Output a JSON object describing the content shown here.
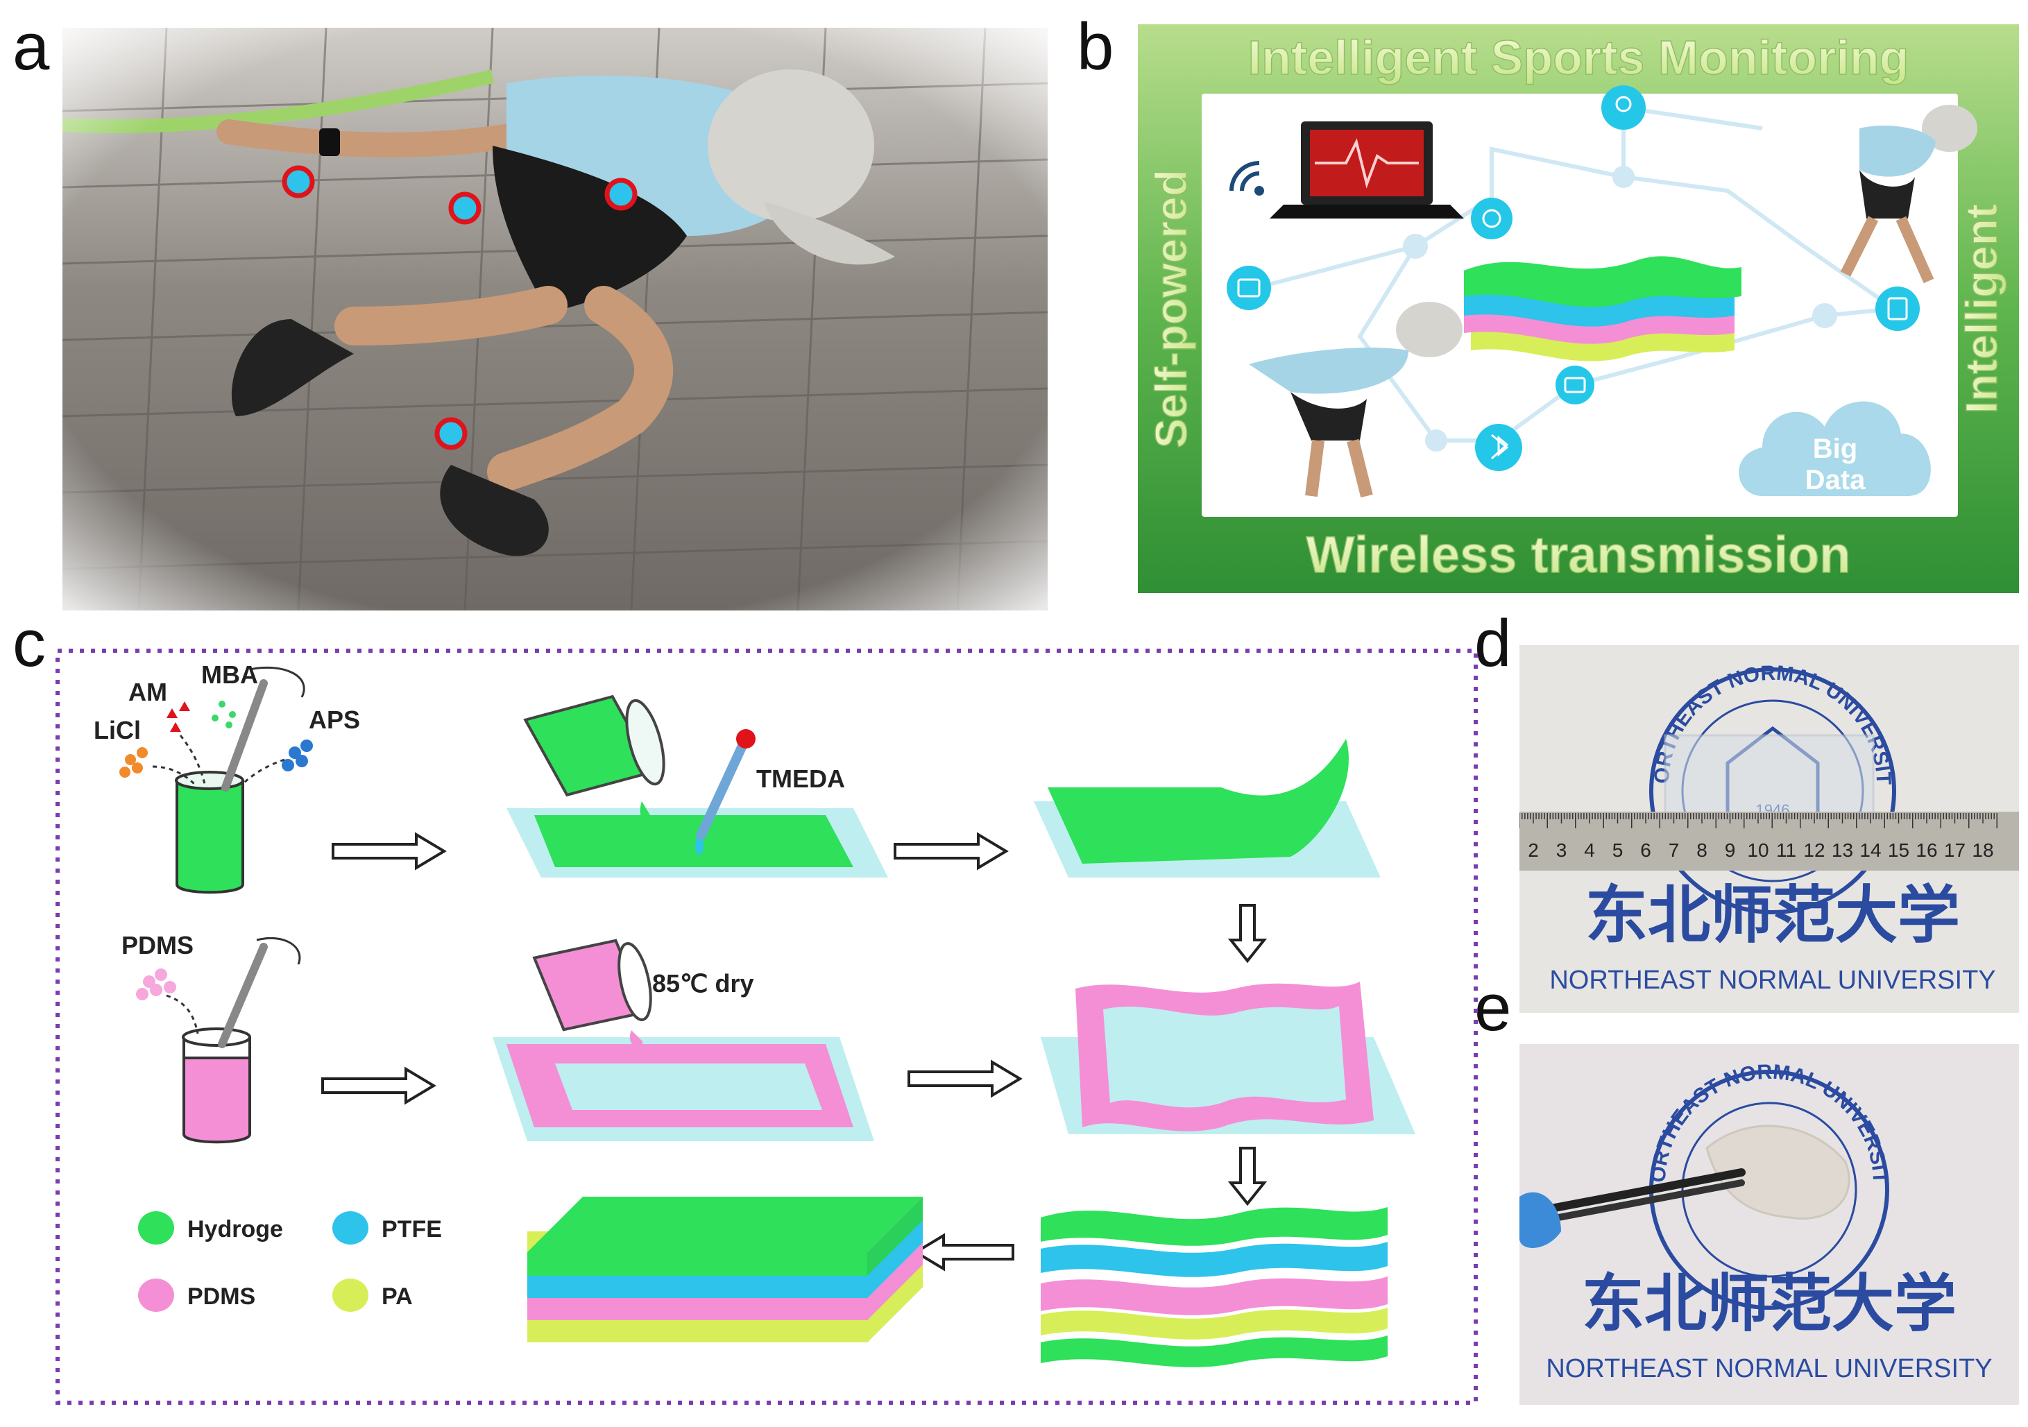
{
  "panels": {
    "a": {
      "letter": "a"
    },
    "b": {
      "letter": "b",
      "title_top": "Intelligent Sports Monitoring",
      "title_bottom": "Wireless transmission",
      "title_left": "Self-powered",
      "title_right": "Intelligent",
      "cloud_line1": "Big",
      "cloud_line2": "Data"
    },
    "c": {
      "letter": "c",
      "chem_am": "AM",
      "chem_mba": "MBA",
      "chem_licl": "LiCl",
      "chem_aps": "APS",
      "chem_tmeda": "TMEDA",
      "chem_pdms": "PDMS",
      "dry_label": "85℃ dry",
      "legend": [
        {
          "label": "Hydroge",
          "color": "#2ee05a"
        },
        {
          "label": "PTFE",
          "color": "#2ec3ea"
        },
        {
          "label": "PDMS",
          "color": "#f48fd6"
        },
        {
          "label": "PA",
          "color": "#d8ee58"
        }
      ]
    },
    "d": {
      "letter": "d",
      "seal_text": "NORTHEAST NORMAL UNIVERSITY",
      "seal_year": "1946",
      "ruler_numbers": [
        "2",
        "3",
        "4",
        "5",
        "6",
        "7",
        "8",
        "9",
        "10",
        "11",
        "12",
        "13",
        "14",
        "15",
        "16",
        "17",
        "18"
      ],
      "cn_name": "东北师范大学",
      "en_name": "NORTHEAST NORMAL UNIVERSITY"
    },
    "e": {
      "letter": "e",
      "seal_text": "NORTHEAST NORMAL UNIVERSITY",
      "cn_name": "东北师范大学",
      "en_name": "NORTHEAST NORMAL UNIVERSITY"
    }
  },
  "colors": {
    "hydrogel": "#2ee05a",
    "ptfe": "#2ec3ea",
    "pdms": "#f48fd6",
    "pa": "#d8ee58",
    "glass": "#bfeef0",
    "frame_green": "#3f9e3a",
    "stamp_blue": "#2a4ba0",
    "dotted_border": "#7a3db0"
  }
}
